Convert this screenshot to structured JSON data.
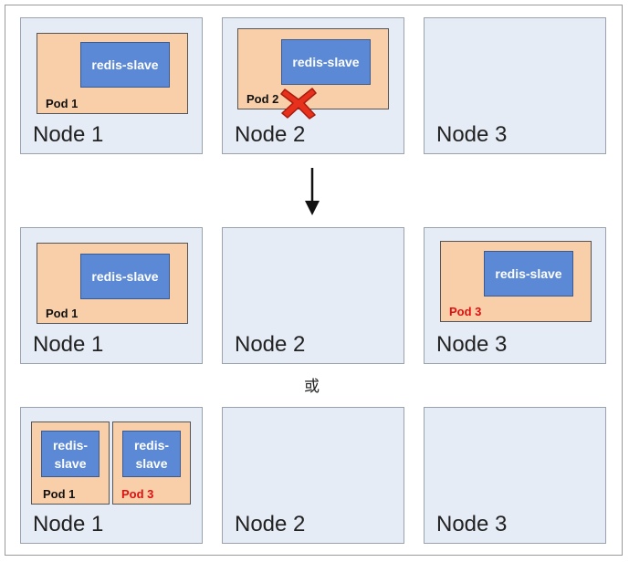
{
  "rows": [
    {
      "nodes": [
        {
          "label": "Node 1",
          "pods": [
            {
              "label": "Pod 1",
              "container": "redis-slave",
              "new": false
            }
          ]
        },
        {
          "label": "Node 2",
          "pods": [
            {
              "label": "Pod 2",
              "container": "redis-slave",
              "new": false,
              "failed": true
            }
          ]
        },
        {
          "label": "Node 3",
          "pods": []
        }
      ]
    },
    {
      "nodes": [
        {
          "label": "Node 1",
          "pods": [
            {
              "label": "Pod 1",
              "container": "redis-slave",
              "new": false
            }
          ]
        },
        {
          "label": "Node 2",
          "pods": []
        },
        {
          "label": "Node 3",
          "pods": [
            {
              "label": "Pod 3",
              "container": "redis-slave",
              "new": true
            }
          ]
        }
      ]
    },
    {
      "nodes": [
        {
          "label": "Node 1",
          "pods": [
            {
              "label": "Pod 1",
              "container": "redis-slave",
              "new": false
            },
            {
              "label": "Pod 3",
              "container": "redis-slave",
              "new": true
            }
          ]
        },
        {
          "label": "Node 2",
          "pods": []
        },
        {
          "label": "Node 3",
          "pods": []
        }
      ]
    }
  ],
  "separator": "或",
  "colors": {
    "node_bg": "#e6ecf6",
    "pod_bg": "#f9cfaa",
    "container_bg": "#5b89d5",
    "new_pod_label": "#e01010",
    "failure_mark": "#e8311c"
  },
  "icons": {
    "failure": "cross-icon",
    "transition": "arrow-down-icon"
  }
}
